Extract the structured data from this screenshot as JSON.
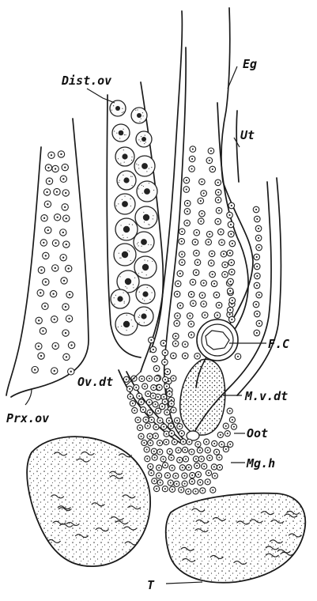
{
  "figure": {
    "labels": {
      "eg": "Eg",
      "dist_ov": "Dist.ov",
      "ut": "Ut",
      "prx_ov": "Prx.ov",
      "fc": "F.C",
      "ov_dt": "Ov.dt",
      "mv_dt": "M.v.dt",
      "oot": "Oot",
      "mg_h": "Mg.h",
      "t": "T"
    }
  }
}
